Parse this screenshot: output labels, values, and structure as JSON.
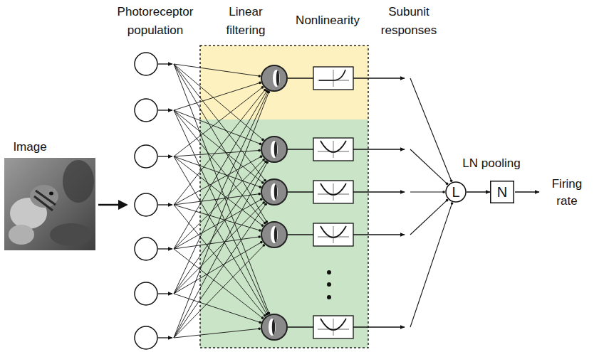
{
  "diagram": {
    "nodes": [
      {
        "text": [
          "L"
        ]
      },
      {
        "text": [
          "N"
        ]
      }
    ],
    "edges": [
      {
        "from": 0,
        "to": 1,
        "arrow": "to"
      }
    ],
    "labels": [
      "Photoreceptor population",
      "Linear filtering",
      "Nonlinearity",
      "Subunit responses",
      "Image",
      "LN pooling",
      "Firing rate"
    ]
  }
}
